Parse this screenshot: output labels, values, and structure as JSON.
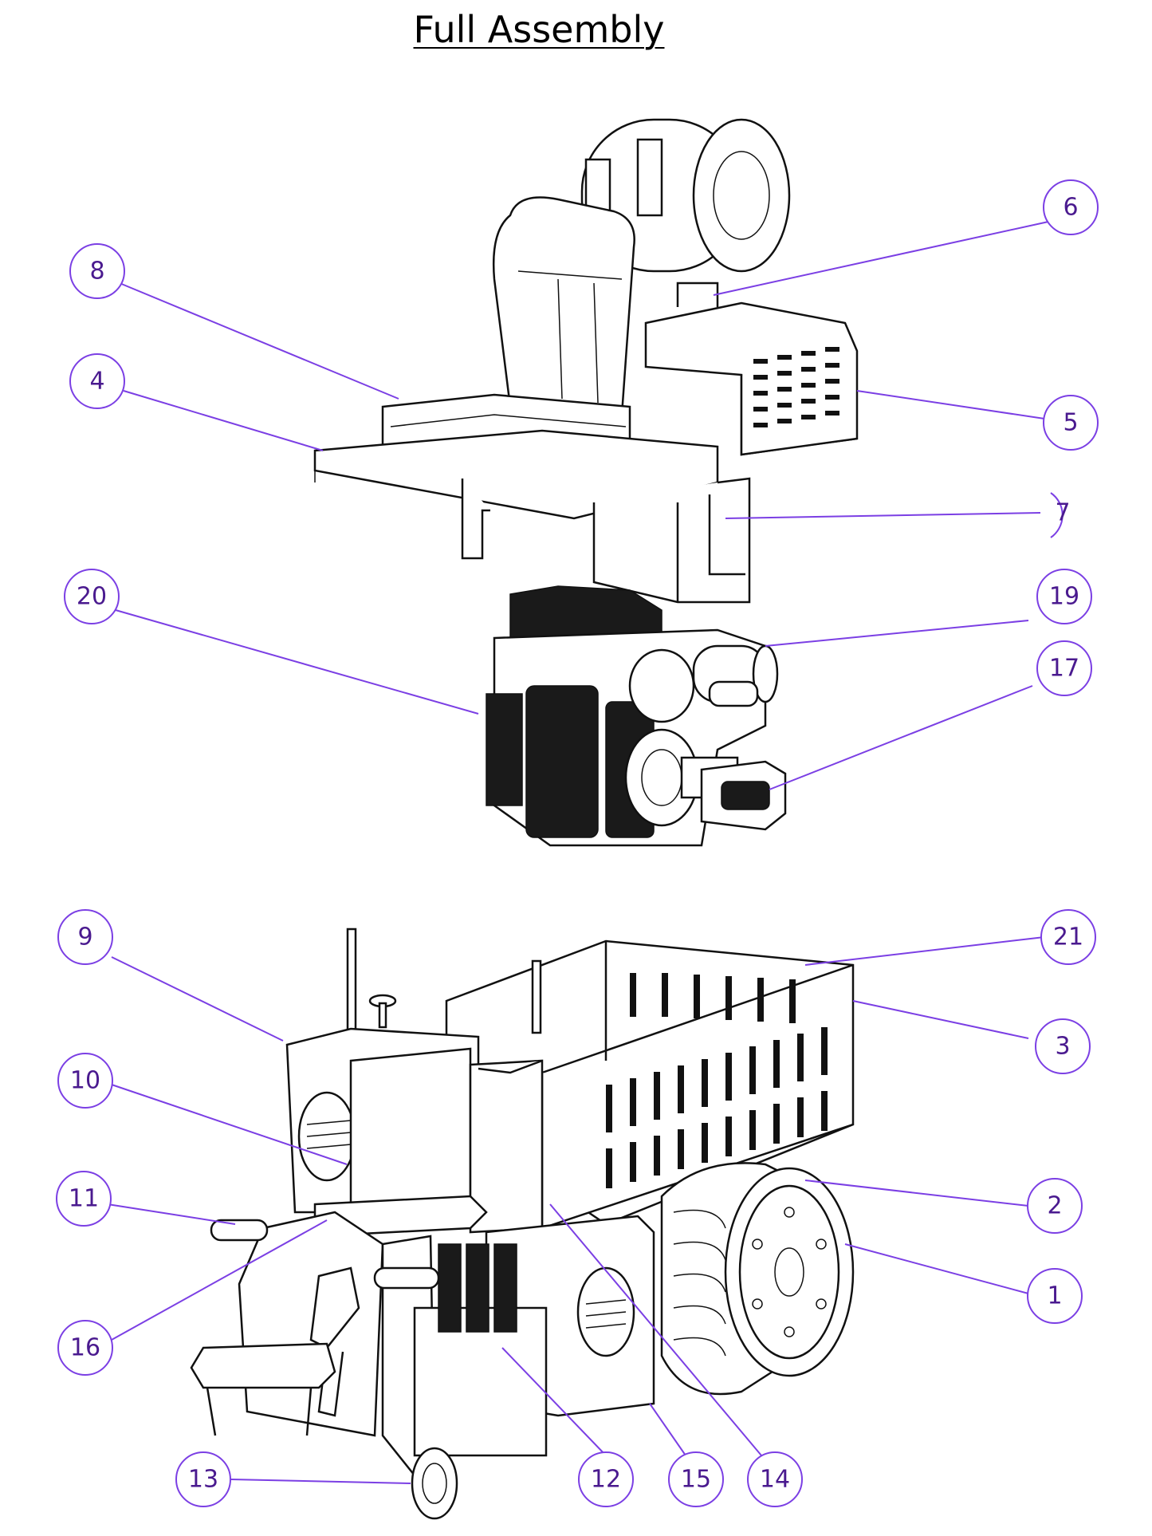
{
  "title": "Full Assembly",
  "balloons": [
    "6",
    "8",
    "4",
    "5",
    "7",
    "20",
    "19",
    "17",
    "9",
    "21",
    "3",
    "10",
    "2",
    "11",
    "16",
    "1",
    "13",
    "12",
    "15",
    "14"
  ],
  "colors": {
    "balloon": "#7b3fe4",
    "balloon_text": "#4a1a8f",
    "line": "#111111"
  }
}
